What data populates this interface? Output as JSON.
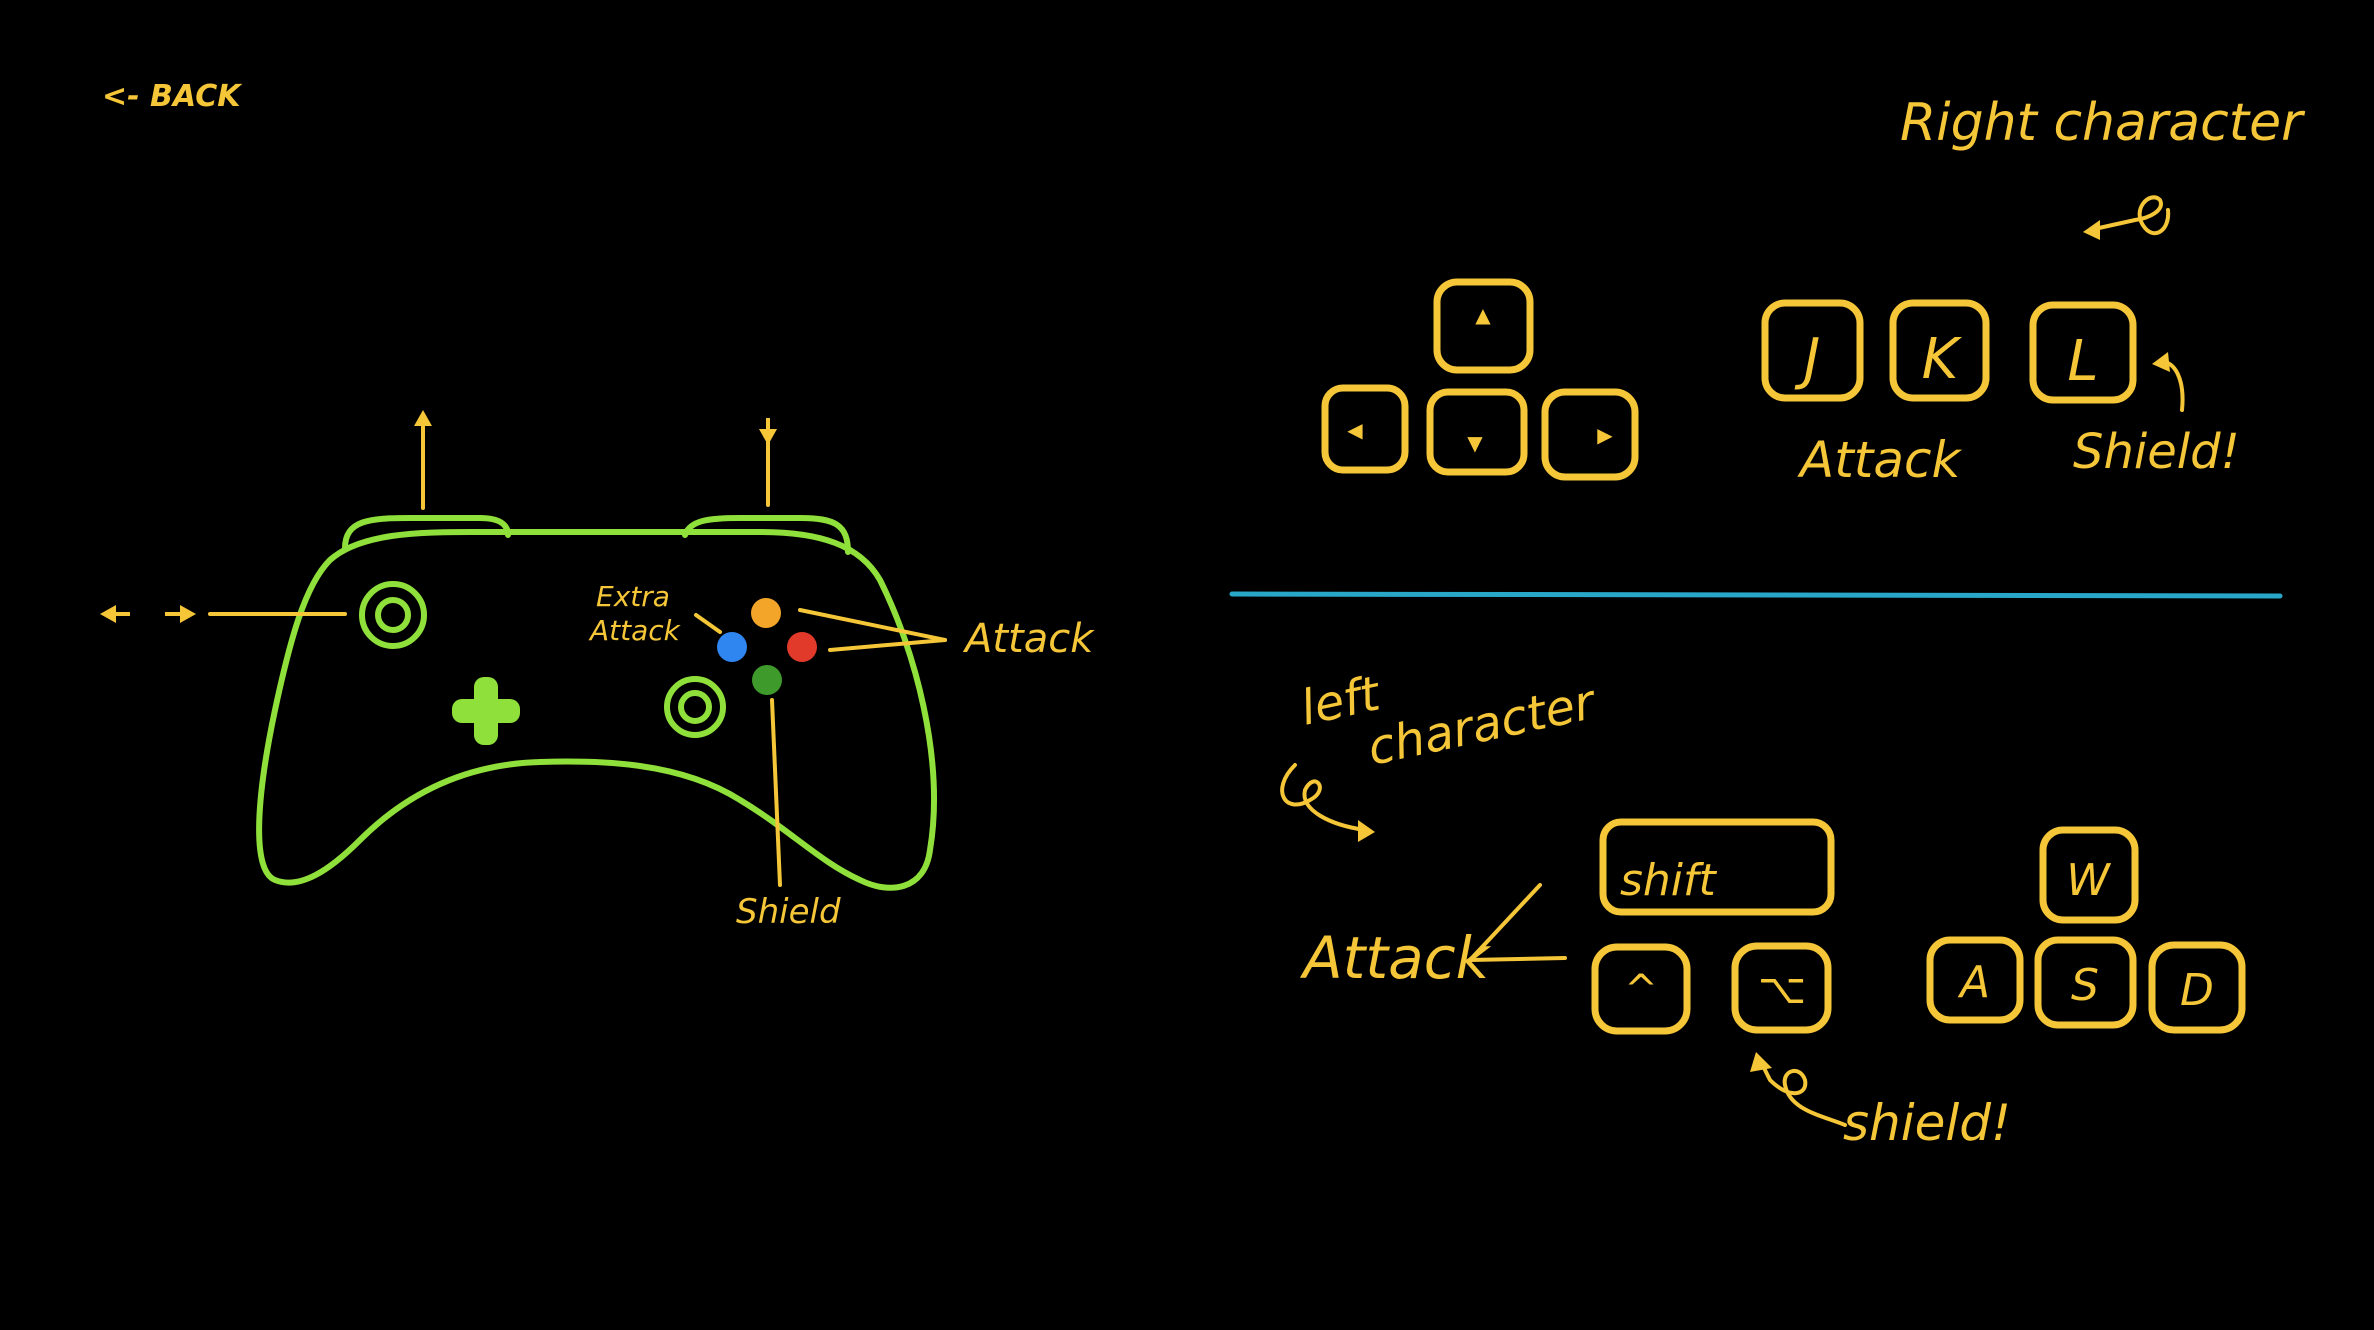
{
  "colors": {
    "background": "#000000",
    "ink": "#f5c637",
    "controller": "#8fe03a",
    "divider": "#28a7c8",
    "button_top": "#f2a528",
    "button_left": "#2f86f0",
    "button_right": "#e23a2a",
    "button_bottom": "#3f9a2c"
  },
  "nav": {
    "back_label": "<- BACK"
  },
  "controller": {
    "extra_attack_label_line1": "Extra",
    "extra_attack_label_line2": "Attack",
    "attack_label": "Attack",
    "shield_label": "Shield",
    "stick_hint_arrows": "← →",
    "trigger_arrows": [
      "↑",
      "↓"
    ]
  },
  "right_character": {
    "title": "Right character",
    "arrow_keys": [
      "▲",
      "◀",
      "▼",
      "▶"
    ],
    "attack_keys": [
      "J",
      "K"
    ],
    "shield_key": "L",
    "attack_label": "Attack",
    "shield_label": "Shield!"
  },
  "left_character": {
    "title_line1": "left",
    "title_line2": "character",
    "attack_label": "Attack",
    "shift_key": "shift",
    "ctrl_key": "^",
    "option_key": "⌥",
    "shield_label": "shield!",
    "wasd": [
      "W",
      "A",
      "S",
      "D"
    ]
  }
}
